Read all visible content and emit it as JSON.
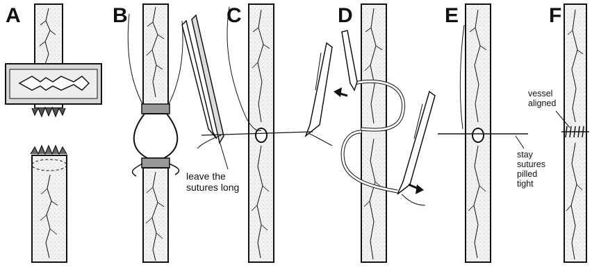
{
  "panels": {
    "a": {
      "letter": "A"
    },
    "b": {
      "letter": "B"
    },
    "c": {
      "letter": "C",
      "label_line1": "leave the",
      "label_line2": "sutures long"
    },
    "d": {
      "letter": "D"
    },
    "e": {
      "letter": "E",
      "label_line1": "stay",
      "label_line2": "sutures",
      "label_line3": "pilled",
      "label_line4": "tight"
    },
    "f": {
      "letter": "F",
      "label_line1": "vessel",
      "label_line2": "aligned"
    }
  },
  "colors": {
    "ink": "#111111",
    "vessel_fill": "#e9e9e9",
    "background": "#ffffff"
  }
}
